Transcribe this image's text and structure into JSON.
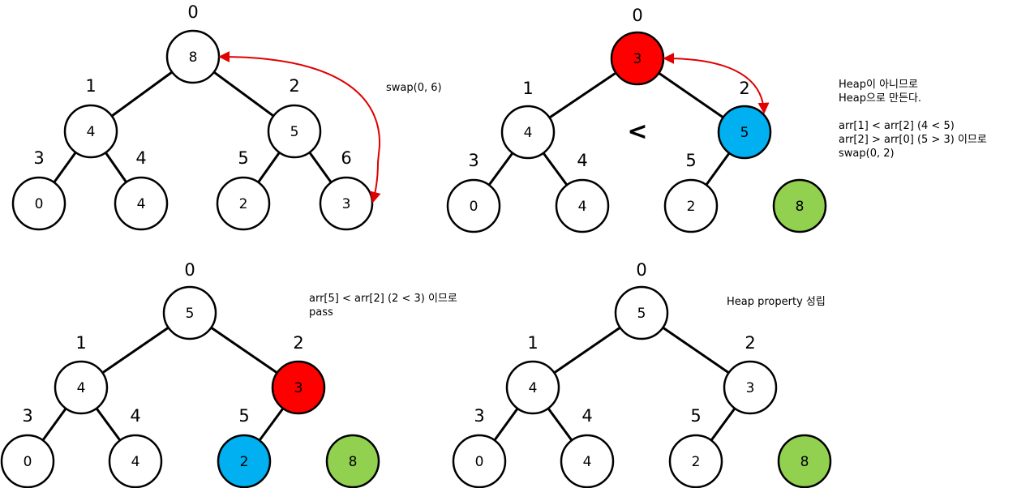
{
  "colors": {
    "default_fill": "#ffffff",
    "red": "#ff0000",
    "blue": "#00b0f0",
    "green": "#92d050",
    "arrow": "#e00000",
    "edge": "#000000"
  },
  "panels": [
    {
      "id": "step1",
      "nodes": [
        {
          "value": "8",
          "index": "0",
          "fill": "default"
        },
        {
          "value": "4",
          "index": "1",
          "fill": "default"
        },
        {
          "value": "5",
          "index": "2",
          "fill": "default"
        },
        {
          "value": "0",
          "index": "3",
          "fill": "default"
        },
        {
          "value": "4",
          "index": "4",
          "fill": "default"
        },
        {
          "value": "2",
          "index": "5",
          "fill": "default"
        },
        {
          "value": "3",
          "index": "6",
          "fill": "default"
        }
      ],
      "notes": [
        "swap(0, 6)"
      ]
    },
    {
      "id": "step2",
      "nodes": [
        {
          "value": "3",
          "index": "0",
          "fill": "red"
        },
        {
          "value": "4",
          "index": "1",
          "fill": "default"
        },
        {
          "value": "5",
          "index": "2",
          "fill": "blue"
        },
        {
          "value": "0",
          "index": "3",
          "fill": "default"
        },
        {
          "value": "4",
          "index": "4",
          "fill": "default"
        },
        {
          "value": "2",
          "index": "5",
          "fill": "default"
        },
        {
          "value": "8",
          "index": "",
          "fill": "green"
        }
      ],
      "comparison_symbol": "<",
      "notes": [
        "Heap이 아니므로",
        "Heap으로 만든다.",
        "",
        "arr[1] < arr[2] (4 < 5)",
        "arr[2] > arr[0] (5 > 3) 이므로",
        "swap(0, 2)"
      ]
    },
    {
      "id": "step3",
      "nodes": [
        {
          "value": "5",
          "index": "0",
          "fill": "default"
        },
        {
          "value": "4",
          "index": "1",
          "fill": "default"
        },
        {
          "value": "3",
          "index": "2",
          "fill": "red"
        },
        {
          "value": "0",
          "index": "3",
          "fill": "default"
        },
        {
          "value": "4",
          "index": "4",
          "fill": "default"
        },
        {
          "value": "2",
          "index": "5",
          "fill": "blue"
        },
        {
          "value": "8",
          "index": "",
          "fill": "green"
        }
      ],
      "notes": [
        "arr[5] < arr[2] (2 < 3) 이므로",
        "pass"
      ]
    },
    {
      "id": "step4",
      "nodes": [
        {
          "value": "5",
          "index": "0",
          "fill": "default"
        },
        {
          "value": "4",
          "index": "1",
          "fill": "default"
        },
        {
          "value": "3",
          "index": "2",
          "fill": "default"
        },
        {
          "value": "0",
          "index": "3",
          "fill": "default"
        },
        {
          "value": "4",
          "index": "4",
          "fill": "default"
        },
        {
          "value": "2",
          "index": "5",
          "fill": "default"
        },
        {
          "value": "8",
          "index": "",
          "fill": "green"
        }
      ],
      "notes": [
        "Heap property 성립"
      ]
    }
  ]
}
